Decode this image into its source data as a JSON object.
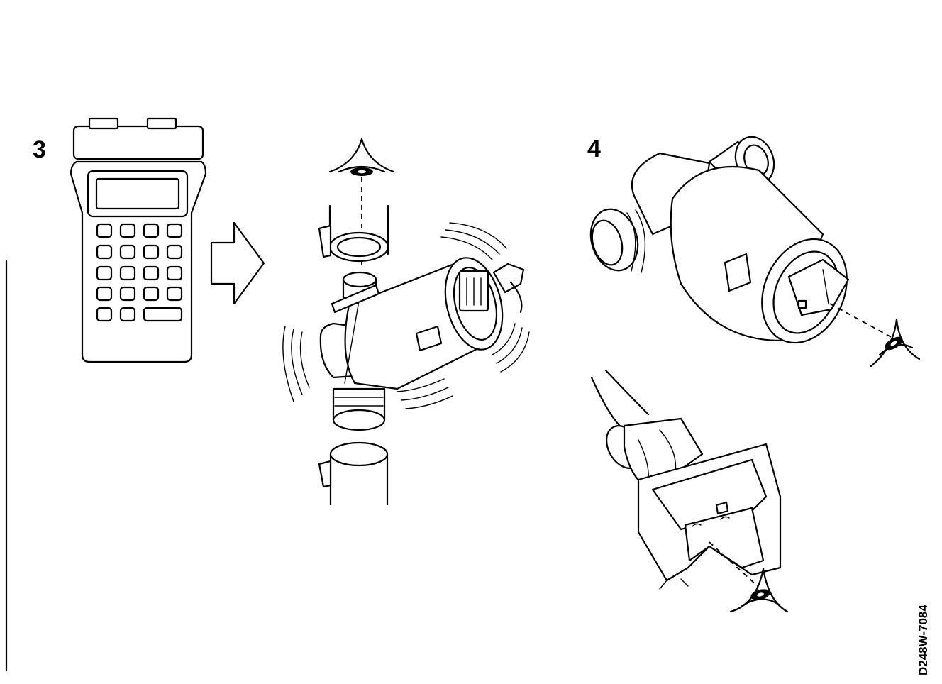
{
  "labels": {
    "step3": "3",
    "step4": "4",
    "figure_code": "D248W-7084"
  },
  "icons": [
    "diagnostic-tester-icon",
    "arrow-right-icon",
    "eye-icon",
    "idle-air-control-valve-icon",
    "connector-plug-icon"
  ],
  "colors": {
    "ink": "#000000",
    "paper": "#ffffff"
  }
}
